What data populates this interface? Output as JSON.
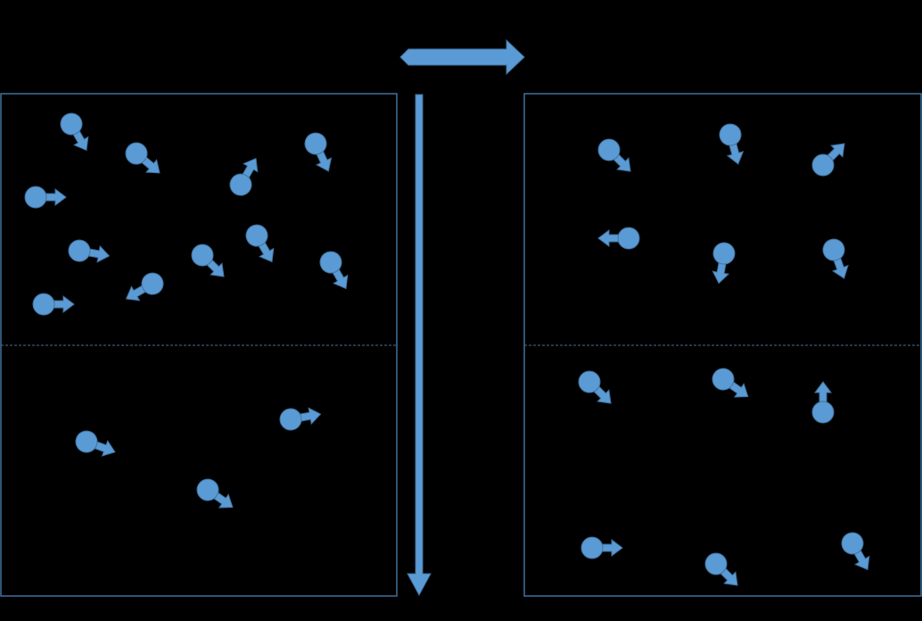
{
  "colors": {
    "background": "#000000",
    "particle_fill": "#5b9bd5",
    "particle_stroke": "#41719c",
    "arrow_fill": "#5b9bd5",
    "arrow_stroke": "#41719c",
    "box_border": "#41719c",
    "divider": "#41719c"
  },
  "icons": {
    "particle": "particle-icon",
    "direction_arrow": "direction-arrow-icon"
  },
  "diagram": {
    "left_box": {
      "particles": [
        {
          "dir": 60
        },
        {
          "dir": 40
        },
        {
          "dir": 0
        },
        {
          "dir": -60
        },
        {
          "dir": 65
        },
        {
          "dir": 10
        },
        {
          "dir": 150
        },
        {
          "dir": 45
        },
        {
          "dir": 60
        },
        {
          "dir": 60
        },
        {
          "dir": 0
        },
        {
          "dir": 20
        },
        {
          "dir": 35
        },
        {
          "dir": -10
        }
      ]
    },
    "right_box": {
      "particles": [
        {
          "dir": 45
        },
        {
          "dir": 75
        },
        {
          "dir": -45
        },
        {
          "dir": 180
        },
        {
          "dir": 100
        },
        {
          "dir": 70
        },
        {
          "dir": 45
        },
        {
          "dir": 35
        },
        {
          "dir": -90
        },
        {
          "dir": 0
        },
        {
          "dir": 45
        },
        {
          "dir": 60
        }
      ]
    }
  }
}
